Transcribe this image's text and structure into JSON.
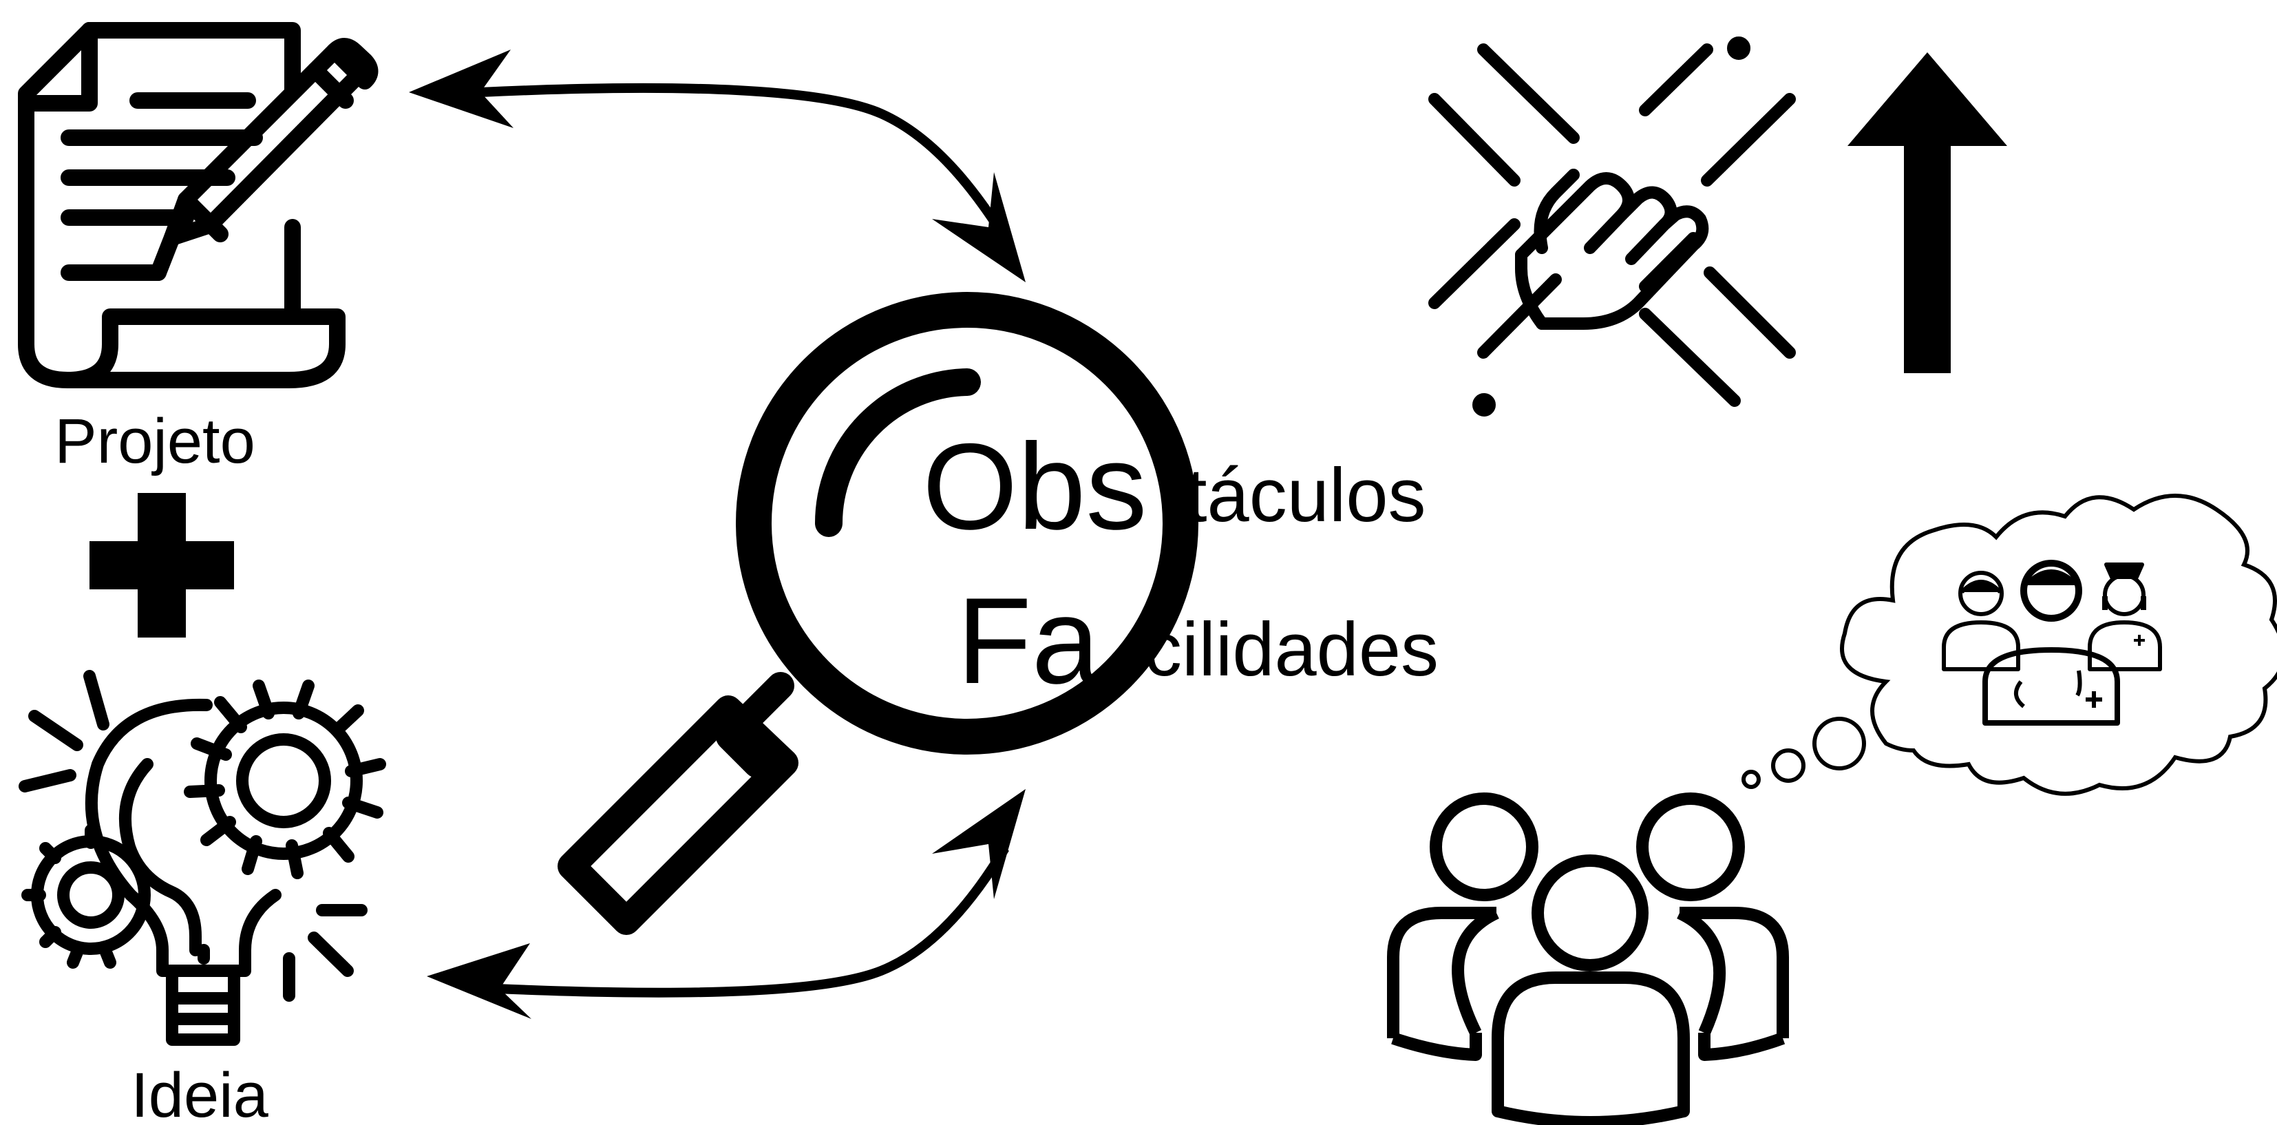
{
  "labels": {
    "projeto": "Projeto",
    "ideia": "Ideia",
    "obstaculos_big": "Obs",
    "obstaculos_rest": "táculos",
    "facilidades_big": "Fa",
    "facilidades_rest": "cilidades"
  },
  "icons": [
    "document-pen-icon",
    "plus-icon",
    "lightbulb-gears-icon",
    "magnifying-glass-icon",
    "joined-hands-icon",
    "up-arrow-icon",
    "group-people-icon",
    "thought-cloud-icon",
    "healthcare-team-icon"
  ],
  "colors": {
    "stroke": "#000000",
    "background": "#ffffff"
  }
}
